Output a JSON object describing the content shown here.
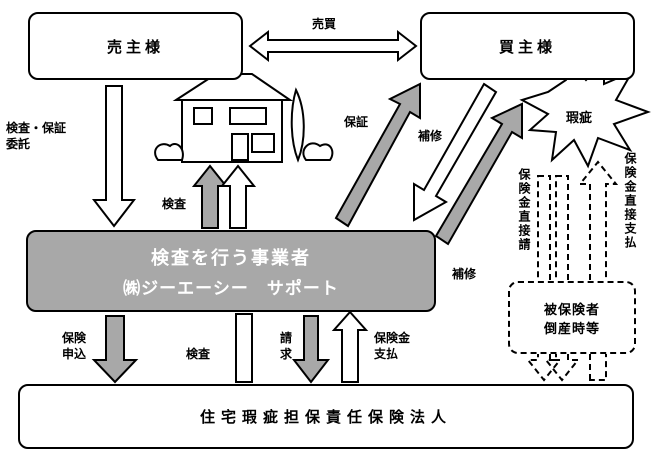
{
  "seller": "売主様",
  "buyer": "買主様",
  "inspector": {
    "line1": "検査を行う事業者",
    "line2": "㈱ジーエーシー　サポート"
  },
  "insurer": "住宅瑕疵担保責任保険法人",
  "insured": {
    "line1": "被保険者",
    "line2": "倒産時等"
  },
  "labels": {
    "sale": "売買",
    "consign": "検査・保証\n委託",
    "inspect_top": "検査",
    "warranty": "保証",
    "repair_top": "補修",
    "repair_bottom": "補修",
    "defect": "瑕疵",
    "apply": "保険\n申込",
    "inspect_bottom": "検査",
    "claim": "請\n求",
    "payment": "保険金\n支払",
    "direct_claim": "保険金直接請",
    "direct_payment": "保険金直接支払"
  },
  "colors": {
    "arrow_fill": "#a8a8a8",
    "box_fill": "#a8a8a8",
    "line": "#000000"
  }
}
